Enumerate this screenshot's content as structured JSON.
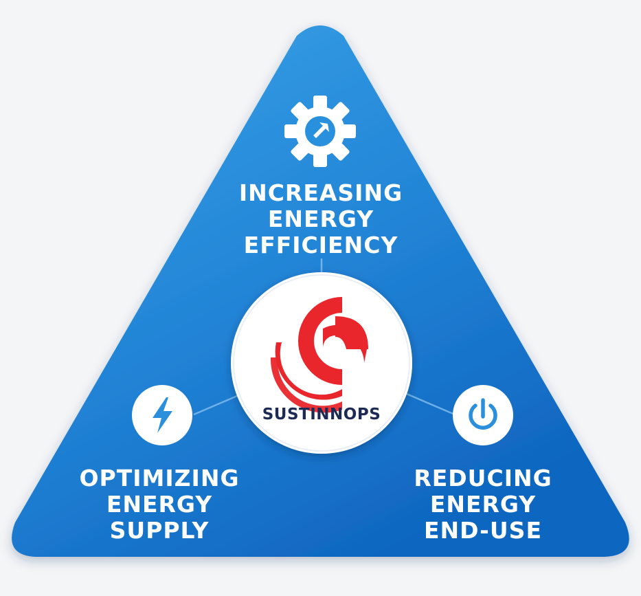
{
  "diagram": {
    "center": {
      "brand": "SUSTINNOPS",
      "logo_color": "#e8262b",
      "text_color": "#1c2a55"
    },
    "nodes": {
      "top": {
        "icon": "gear-arrow-icon",
        "lines": [
          "INCREASING",
          "ENERGY",
          "EFFICIENCY"
        ]
      },
      "left": {
        "icon": "lightning-bolt-icon",
        "lines": [
          "OPTIMIZING",
          "ENERGY",
          "SUPPLY"
        ]
      },
      "right": {
        "icon": "power-icon",
        "lines": [
          "REDUCING",
          "ENERGY",
          "END-USE"
        ]
      }
    },
    "colors": {
      "triangle_light": "#3aa0e6",
      "triangle_dark": "#0f66c0",
      "icon_blue": "#2b8fdc",
      "background": "#f4f5f7"
    }
  }
}
